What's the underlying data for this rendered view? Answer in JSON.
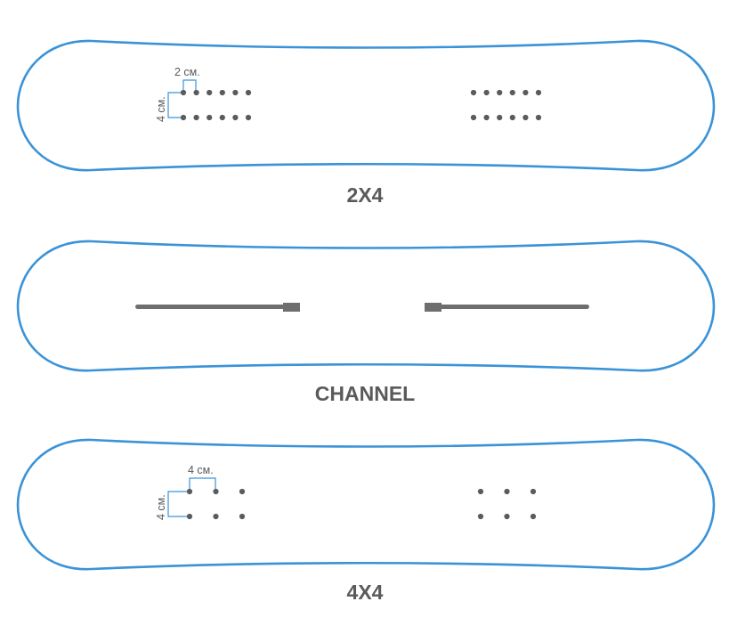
{
  "boards": [
    {
      "id": "2x4",
      "title": "2X4",
      "mount": "holes",
      "columns": 6,
      "rows": 2,
      "h_spacing_label": "2 см.",
      "v_spacing_label": "4 см."
    },
    {
      "id": "channel",
      "title": "CHANNEL",
      "mount": "channel"
    },
    {
      "id": "4x4",
      "title": "4X4",
      "mount": "holes",
      "columns": 3,
      "rows": 2,
      "h_spacing_label": "4 см.",
      "v_spacing_label": "4 см."
    }
  ],
  "colors": {
    "outline": "#3a93d8",
    "holes": "#5b5b5b",
    "text": "#5a5a5a",
    "rail": "#6e6e6e"
  }
}
